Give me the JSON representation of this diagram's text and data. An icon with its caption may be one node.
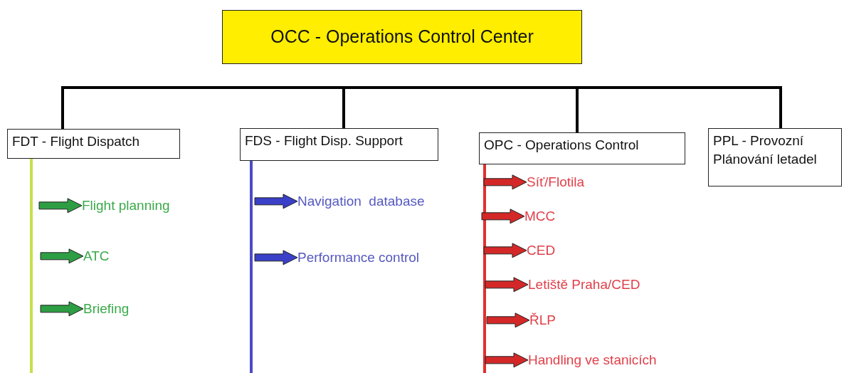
{
  "diagram": {
    "nodes": [
      {
        "text": [
          "OCC - Operations Control Center"
        ]
      },
      {
        "text": [
          "FDT - Flight Dispatch"
        ]
      },
      {
        "text": [
          "FDS - Flight Disp. Support"
        ]
      },
      {
        "text": [
          "OPC - Operations Control"
        ]
      },
      {
        "text": [
          "PPL - Provozní Plánování letadel"
        ]
      },
      {
        "text": [
          "Flight planning"
        ]
      },
      {
        "text": [
          "ATC"
        ]
      },
      {
        "text": [
          "Briefing"
        ]
      },
      {
        "text": [
          "Navigation  database"
        ]
      },
      {
        "text": [
          "Performance control"
        ]
      },
      {
        "text": [
          "Síť/Flotila"
        ]
      },
      {
        "text": [
          "MCC"
        ]
      },
      {
        "text": [
          "CED"
        ]
      },
      {
        "text": [
          "Letiště Praha/CED"
        ]
      },
      {
        "text": [
          "ŘLP"
        ]
      },
      {
        "text": [
          "Handling ve stanicích"
        ]
      }
    ],
    "edges": [
      {
        "from": null,
        "to": 1,
        "arrow": "none"
      },
      {
        "from": null,
        "to": 2,
        "arrow": "none"
      },
      {
        "from": null,
        "to": 3,
        "arrow": "none"
      },
      {
        "from": null,
        "to": 4,
        "arrow": "none"
      },
      {
        "from": 1,
        "to": null,
        "arrow": "none",
        "color": "#c6e04c"
      },
      {
        "from": 2,
        "to": null,
        "arrow": "none",
        "color": "#4b4bc8"
      },
      {
        "from": 3,
        "to": null,
        "arrow": "none",
        "color": "#e03030"
      },
      {
        "from": null,
        "to": 5,
        "arrow": "to",
        "color": "#2e9e44"
      },
      {
        "from": null,
        "to": 6,
        "arrow": "to",
        "color": "#2e9e44"
      },
      {
        "from": null,
        "to": 7,
        "arrow": "to",
        "color": "#2e9e44"
      },
      {
        "from": null,
        "to": 8,
        "arrow": "to",
        "color": "#3a40c8"
      },
      {
        "from": null,
        "to": 9,
        "arrow": "to",
        "color": "#3a40c8"
      },
      {
        "from": null,
        "to": 10,
        "arrow": "to",
        "color": "#d42828"
      },
      {
        "from": null,
        "to": 11,
        "arrow": "to",
        "color": "#d42828"
      },
      {
        "from": null,
        "to": 12,
        "arrow": "to",
        "color": "#d42828"
      },
      {
        "from": null,
        "to": 13,
        "arrow": "to",
        "color": "#d42828"
      },
      {
        "from": null,
        "to": 14,
        "arrow": "to",
        "color": "#d42828"
      },
      {
        "from": null,
        "to": 15,
        "arrow": "to",
        "color": "#d42828"
      }
    ]
  }
}
